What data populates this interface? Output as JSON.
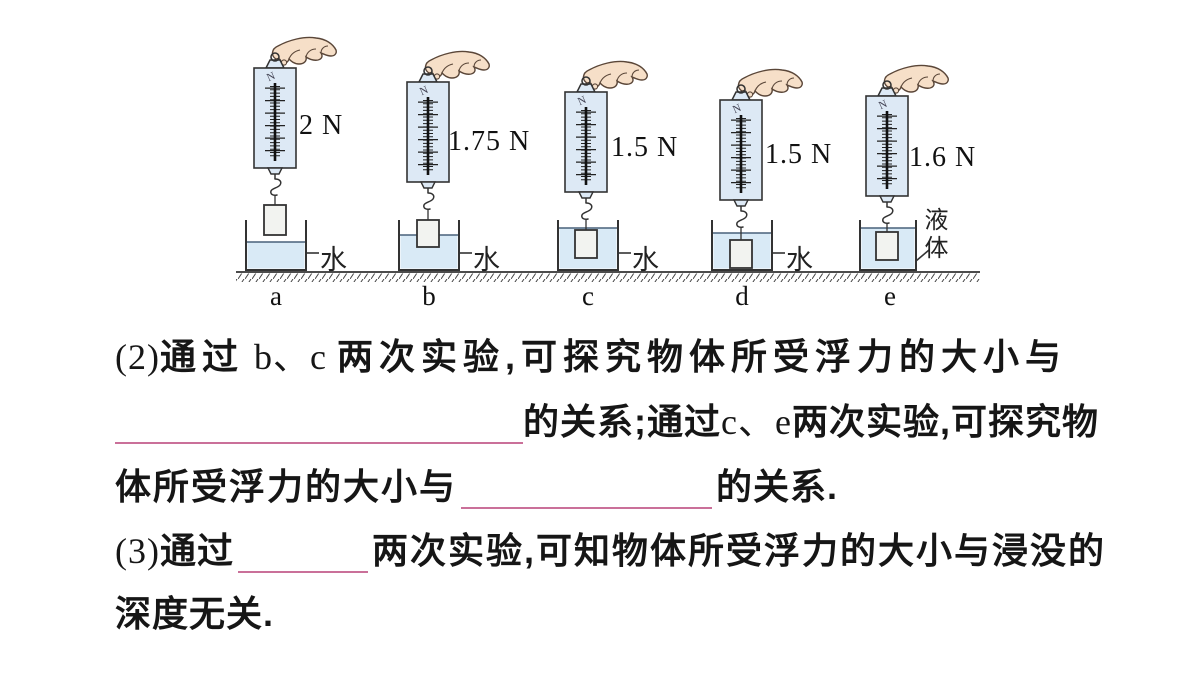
{
  "figure": {
    "scale_unit": "N",
    "experiments": [
      {
        "label": "a",
        "reading": "2 N",
        "liquid_label": "水"
      },
      {
        "label": "b",
        "reading": "1.75 N",
        "liquid_label": "水"
      },
      {
        "label": "c",
        "reading": "1.5 N",
        "liquid_label": "水"
      },
      {
        "label": "d",
        "reading": "1.5 N",
        "liquid_label": "水"
      },
      {
        "label": "e",
        "reading": "1.6 N",
        "liquid_label": "液体"
      }
    ]
  },
  "questions": {
    "q2": {
      "number": "(2)",
      "t1": "通过",
      "pair1": "b、c",
      "t2": "两次实验,可探究物体所受浮力的大小与",
      "t3": "的关系;通过",
      "pair2": "c、e",
      "t4": "两次实验,可探究物",
      "t5": "体所受浮力的大小与",
      "t6": "的关系."
    },
    "q3": {
      "number": "(3)",
      "t1": "通过",
      "t2": "两次实验,可知物体所受浮力的大小与浸没的",
      "t3": "深度无关."
    }
  },
  "colors": {
    "blank_underline": "#ca7099",
    "scale_face": "#dde9f5",
    "water": "#d9eaf6",
    "skin": "#f6dfc8",
    "outline": "#333333"
  }
}
